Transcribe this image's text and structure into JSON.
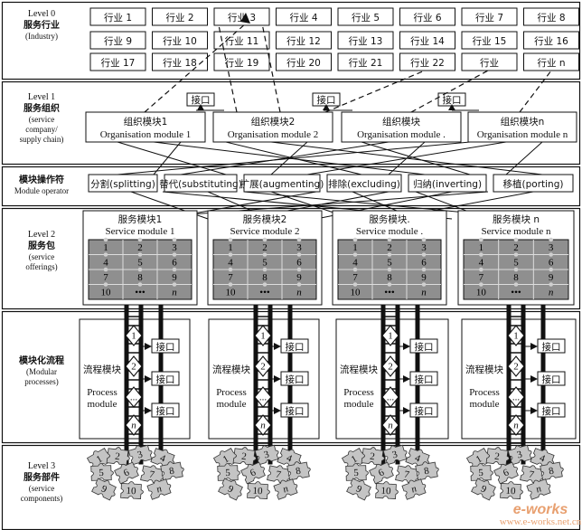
{
  "levels": [
    {
      "name": "Level 0",
      "cn": "服务行业",
      "en": [
        "(Industry)"
      ]
    },
    {
      "name": "Level 1",
      "cn": "服务组织",
      "en": [
        "(service",
        "company/",
        "supply chain)"
      ]
    },
    {
      "name": "",
      "cn": "模块操作符",
      "en": [
        "Module operator"
      ]
    },
    {
      "name": "Level 2",
      "cn": "服务包",
      "en": [
        "(service",
        "offerings)"
      ]
    },
    {
      "name": "",
      "cn": "模块化流程",
      "en": [
        "(Modular",
        "processes)"
      ]
    },
    {
      "name": "Level 3",
      "cn": "服务部件",
      "en": [
        "(service",
        "components)"
      ]
    }
  ],
  "industries": [
    [
      "行业 1",
      "行业 2",
      "行业 3",
      "行业 4",
      "行业 5",
      "行业 6",
      "行业 7",
      "行业 8"
    ],
    [
      "行业 9",
      "行业 10",
      "行业 11",
      "行业 12",
      "行业 13",
      "行业 14",
      "行业 15",
      "行业 16"
    ],
    [
      "行业 17",
      "行业 18",
      "行业 19",
      "行业 20",
      "行业 21",
      "行业 22",
      "行业",
      "行业 n"
    ]
  ],
  "interface_label": "接口",
  "org_modules": [
    {
      "cn": "组织模块1",
      "en": "Organisation module  1"
    },
    {
      "cn": "组织模块2",
      "en": "Organisation module  2"
    },
    {
      "cn": "组织模块",
      "en": "Organisation module ."
    },
    {
      "cn": "组织模块n",
      "en": "Organisation module  n"
    }
  ],
  "operators": [
    "分割(splitting)",
    "替代(substituting)",
    "扩展(augmenting)",
    "排除(excluding)",
    "归纳(inverting)",
    "移植(porting)"
  ],
  "service_modules": [
    {
      "cn": "服务模块1",
      "en": "Service module  1"
    },
    {
      "cn": "服务模块2",
      "en": "Service module   2"
    },
    {
      "cn": "服务模块.",
      "en": "Service module ."
    },
    {
      "cn": "服务模块 n",
      "en": "Service module n"
    }
  ],
  "puzzle_labels": [
    "1",
    "2",
    "3",
    "4",
    "5",
    "6",
    "7",
    "8",
    "9",
    "10",
    "•••",
    "n"
  ],
  "process_module": {
    "cn": "流程模块",
    "en": [
      "Process",
      "module"
    ]
  },
  "process_steps": [
    "1",
    "2",
    "...",
    "n"
  ],
  "component_labels": [
    "1",
    "2",
    "3",
    "4",
    "5",
    "6",
    "7",
    "8",
    "9",
    "10",
    "n"
  ],
  "watermark": {
    "main": "e-works",
    "sub": "www.e-works.net.cn"
  },
  "colors": {
    "line": "#111111",
    "puzzle_fill": "#8f8f8f",
    "component_fill": "#c4c4c4",
    "watermark": "#e8a070"
  }
}
